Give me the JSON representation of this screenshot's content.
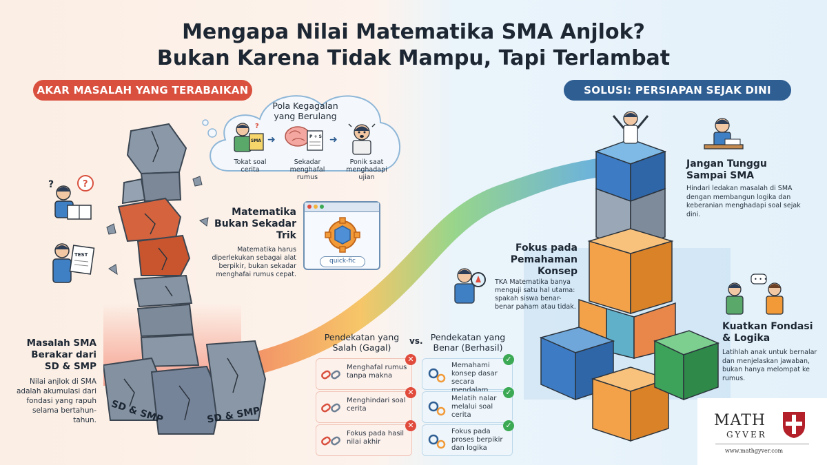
{
  "title": {
    "line1": "Mengapa Nilai Matematika SMA Anjlok?",
    "line2": "Bukan Karena Tidak Mampu, Tapi Terlambat"
  },
  "left_banner": "AKAR MASALAH YANG TERABAIKAN",
  "right_banner": "SOLUSI: PERSIAPAN SEJAK DINI",
  "failure_cycle": {
    "title": "Pola Kegagalan yang Berulang",
    "steps": [
      "Tokat soal cerita",
      "Sekadar menghafal rumus",
      "Ponik saat menghadapi ujian"
    ],
    "book_label": "SMA",
    "paper_label": "P + S"
  },
  "tricks": {
    "title": "Matematika Bukan Sekadar Trik",
    "text": "Matematika harus diperlekukan sebagai alat berpikir, bukan sekadar menghafai rumus cepat.",
    "chip": "quick-fic"
  },
  "roots": {
    "title": "Masalah SMA Berakar dari SD & SMP",
    "text": "Nilai anjlok di SMA adalah akumulasi dari fondasi yang rapuh selama bertahun-tahun.",
    "block_label_1": "SD & SMP",
    "block_label_2": "SD & SMP",
    "test_label": "TEST"
  },
  "comparison": {
    "wrong_title": "Pendekatan yang Salah (Gagal)",
    "vs": "vs.",
    "right_title": "Pendekatan yang Benar (Berhasil)",
    "wrong_items": [
      "Menghafal rumus tanpa makna",
      "Menghindari soal cerita",
      "Fokus pada hasil nilai akhir"
    ],
    "right_items": [
      "Memahami konsep dasar secara mendalam",
      "Melatih nalar melalui soal cerita",
      "Fokus pada proses berpikir dan logika"
    ]
  },
  "focus": {
    "title": "Fokus pada Pemahaman Konsep",
    "text": "TKA Matematika banya menguji satu hal utama: spakah siswa benar-benar paham atau tidak."
  },
  "dont_wait": {
    "title": "Jangan Tunggu Sampai SMA",
    "text": "Hindari ledakan masalah di SMA dengan membangun logika dan keberanian menghadapi soal sejak dini."
  },
  "foundation": {
    "title": "Kuatkan Fondasi & Logika",
    "text": "Latihlah anak untuk bernalar dan menjelaskan jawaban, bukan hanya melompat ke rumus."
  },
  "logo": {
    "name_top": "MATH",
    "name_bottom": "GYVER",
    "url": "www.mathgyver.com"
  },
  "colors": {
    "left_banner": "#d9503e",
    "right_banner": "#2f5e93",
    "wrong": "#e04b3c",
    "right": "#3caa55",
    "logo_red": "#b3202a"
  }
}
